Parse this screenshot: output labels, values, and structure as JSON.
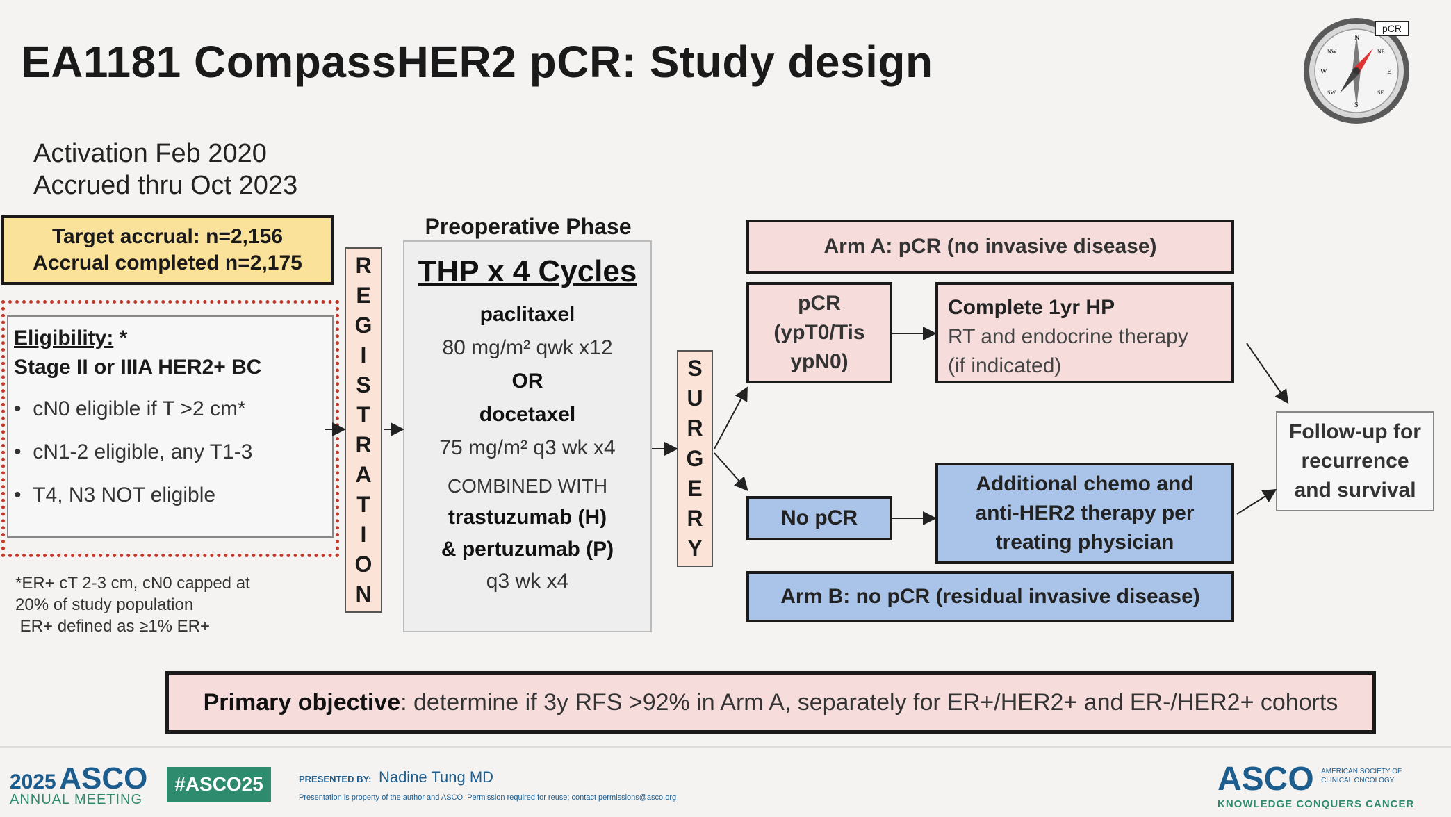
{
  "title": "EA1181 CompassHER2 pCR: Study design",
  "logo_badge": "pCR",
  "compass_labels": [
    "N",
    "NE",
    "E",
    "SE",
    "S",
    "SW",
    "W",
    "NW"
  ],
  "activation": "Activation Feb 2020",
  "accrued": "Accrued thru Oct 2023",
  "accrual": {
    "target": "Target accrual: n=2,156",
    "completed": "Accrual completed n=2,175"
  },
  "eligibility": {
    "heading": "Eligibility:",
    "star": " *",
    "stage": "Stage II or IIIA HER2+ BC",
    "bullets": [
      "cN0 eligible if T >2 cm*",
      "cN1-2 eligible, any T1-3",
      "T4, N3 NOT eligible"
    ]
  },
  "footnote": [
    "*ER+ cT 2-3 cm, cN0 capped at",
    "20% of study population",
    " ER+ defined as ≥1% ER+"
  ],
  "registration_letters": [
    "R",
    "E",
    "G",
    "I",
    "S",
    "T",
    "R",
    "A",
    "T",
    "I",
    "O",
    "N"
  ],
  "preop": {
    "phase_label": "Preoperative Phase",
    "heading": "THP x 4 Cycles",
    "drug1": "paclitaxel",
    "dose1": "80 mg/m² qwk x12",
    "or": "OR",
    "drug2": "docetaxel",
    "dose2": "75 mg/m² q3 wk x4",
    "combined": "COMBINED WITH",
    "drug3": "trastuzumab (H)",
    "drug4": "& pertuzumab (P)",
    "dose3": "q3 wk x4"
  },
  "surgery_letters": [
    "S",
    "U",
    "R",
    "G",
    "E",
    "R",
    "Y"
  ],
  "arm_a": "Arm A: pCR (no invasive disease)",
  "pcr_box": [
    "pCR",
    "(ypT0/Tis",
    "ypN0)"
  ],
  "complete_box": {
    "line1": "Complete 1yr HP",
    "line2": "RT and endocrine therapy",
    "line3": "(if indicated)"
  },
  "no_pcr": "No pCR",
  "additional_box": [
    "Additional chemo and",
    "anti-HER2 therapy per",
    "treating physician"
  ],
  "arm_b": "Arm B: no pCR (residual invasive disease)",
  "followup": [
    "Follow-up for",
    "recurrence",
    "and survival"
  ],
  "objective": {
    "label": "Primary objective",
    "text": ": determine if 3y RFS >92% in Arm A, separately for ER+/HER2+ and ER-/HER2+ cohorts"
  },
  "footer": {
    "year": "2025",
    "asco": "ASCO",
    "annual": "ANNUAL MEETING",
    "hashtag": "#ASCO25",
    "presented_by": "PRESENTED BY:",
    "presenter": "Nadine Tung MD",
    "disclaimer": "Presentation is property of the author and ASCO. Permission required for reuse; contact permissions@asco.org",
    "asco_right": "ASCO",
    "society": [
      "AMERICAN SOCIETY OF",
      "CLINICAL ONCOLOGY"
    ],
    "tagline": "KNOWLEDGE CONQUERS CANCER"
  },
  "colors": {
    "pink": "#f6dcdb",
    "blue": "#a9c4e8",
    "yellow": "#fbe29a",
    "asco_blue": "#1d5d8e",
    "hashtag_green": "#2e8b6e",
    "dotted_red": "#c0392b"
  }
}
